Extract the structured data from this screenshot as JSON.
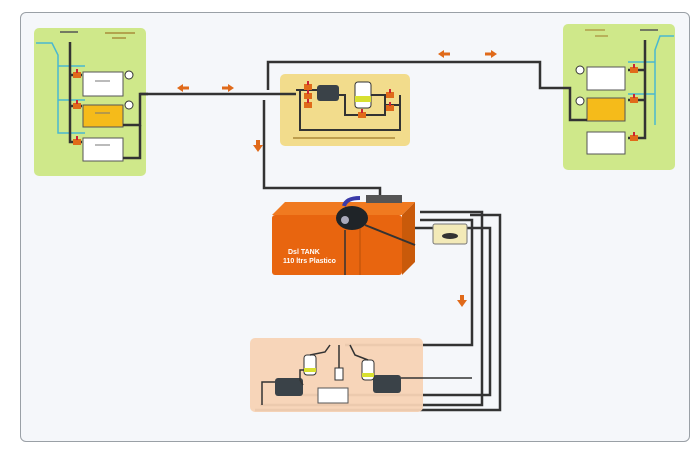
{
  "diagram": {
    "tank": {
      "label_line1": "Dsl TANK",
      "label_line2": "110 ltrs Plastico"
    },
    "colors": {
      "left_panel": "#cfe88a",
      "right_panel": "#cfe88a",
      "filter_panel": "#f2dc8c",
      "engine_panel": "#f7d3b5",
      "tank": "#e8650f",
      "pipe": "#333333",
      "arrow": "#e06a1a",
      "water_line": "#4ab8d0",
      "yellow_tank": "#f5bb1a"
    },
    "flow_arrows": [
      "left",
      "right",
      "left",
      "right",
      "down",
      "down"
    ]
  }
}
